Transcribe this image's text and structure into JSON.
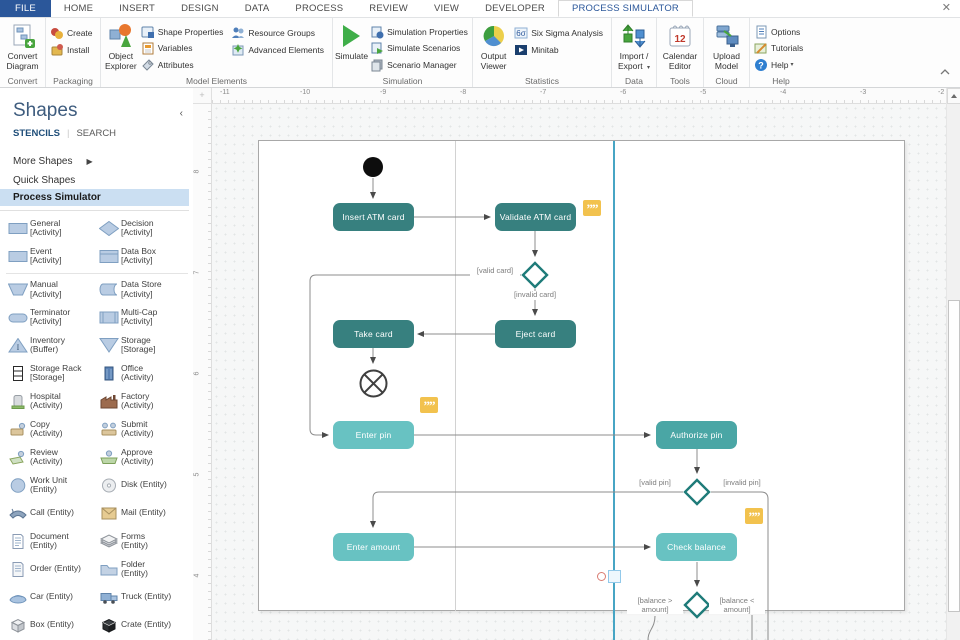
{
  "tabs": {
    "items": [
      "FILE",
      "HOME",
      "INSERT",
      "DESIGN",
      "DATA",
      "PROCESS",
      "REVIEW",
      "VIEW",
      "DEVELOPER",
      "PROCESS SIMULATOR"
    ],
    "close": "✕"
  },
  "ribbon": {
    "dropdown_arrow": "▾",
    "convert": {
      "big": "Convert Diagram",
      "label": "Convert"
    },
    "packaging": {
      "create": "Create",
      "install": "Install",
      "label": "Packaging"
    },
    "model_elements": {
      "big": "Object Explorer",
      "shape_properties": "Shape Properties",
      "variables": "Variables",
      "attributes": "Attributes",
      "resource_groups": "Resource Groups",
      "advanced_elements": "Advanced Elements",
      "label": "Model Elements"
    },
    "simulation": {
      "big": "Simulate",
      "sim_properties": "Simulation Properties",
      "sim_scenarios": "Simulate Scenarios",
      "scenario_manager": "Scenario Manager",
      "label": "Simulation"
    },
    "statistics": {
      "big": "Output Viewer",
      "six_sigma": "Six Sigma Analysis",
      "minitab": "Minitab",
      "label": "Statistics"
    },
    "data": {
      "big": "Import / Export",
      "label": "Data"
    },
    "tools": {
      "big": "Calendar Editor",
      "label": "Tools"
    },
    "cloud": {
      "big": "Upload Model",
      "label": "Cloud"
    },
    "help": {
      "options": "Options",
      "tutorials": "Tutorials",
      "help": "Help",
      "label": "Help"
    }
  },
  "panel": {
    "title": "Shapes",
    "collapse": "‹",
    "tab_stencils": "STENCILS",
    "tab_search": "SEARCH",
    "more_shapes": "More Shapes",
    "quick_shapes": "Quick Shapes",
    "stencil_name": "Process Simulator",
    "shapes": [
      {
        "name": "General",
        "sub": "[Activity]"
      },
      {
        "name": "Decision",
        "sub": "[Activity]"
      },
      {
        "name": "Event",
        "sub": "[Activity]"
      },
      {
        "name": "Data Box",
        "sub": "[Activity]"
      },
      {
        "name": "Manual",
        "sub": "[Activity]"
      },
      {
        "name": "Data Store",
        "sub": "[Activity]"
      },
      {
        "name": "Terminator",
        "sub": "[Activity]"
      },
      {
        "name": "Multi-Cap",
        "sub": "[Activity]"
      },
      {
        "name": "Inventory",
        "sub": "(Buffer)"
      },
      {
        "name": "Storage",
        "sub": "[Storage]"
      },
      {
        "name": "Storage Rack",
        "sub": "[Storage]"
      },
      {
        "name": "Office",
        "sub": "(Activity)"
      },
      {
        "name": "Hospital",
        "sub": "(Activity)"
      },
      {
        "name": "Factory",
        "sub": "(Activity)"
      },
      {
        "name": "Copy",
        "sub": "(Activity)"
      },
      {
        "name": "Submit",
        "sub": "(Activity)"
      },
      {
        "name": "Review",
        "sub": "(Activity)"
      },
      {
        "name": "Approve",
        "sub": "(Activity)"
      },
      {
        "name": "Work Unit",
        "sub": "(Entity)"
      },
      {
        "name": "Disk (Entity)",
        "sub": ""
      },
      {
        "name": "Call (Entity)",
        "sub": ""
      },
      {
        "name": "Mail (Entity)",
        "sub": ""
      },
      {
        "name": "Document",
        "sub": "(Entity)"
      },
      {
        "name": "Forms",
        "sub": "(Entity)"
      },
      {
        "name": "Order (Entity)",
        "sub": ""
      },
      {
        "name": "Folder",
        "sub": "(Entity)"
      },
      {
        "name": "Car (Entity)",
        "sub": ""
      },
      {
        "name": "Truck (Entity)",
        "sub": ""
      },
      {
        "name": "Box (Entity)",
        "sub": ""
      },
      {
        "name": "Crate (Entity)",
        "sub": ""
      }
    ]
  },
  "rulers": {
    "horizontal": [
      "-11",
      "-10",
      "-9",
      "-8",
      "-7",
      "-6",
      "-5",
      "-4",
      "-3",
      "-2"
    ],
    "vertical": [
      "8",
      "7",
      "6",
      "5",
      "4"
    ]
  },
  "diagram": {
    "nodes": {
      "insert_card": "Insert ATM card",
      "validate_card": "Validate ATM card",
      "eject_card": "Eject card",
      "take_card": "Take card",
      "enter_pin": "Enter pin",
      "authorize_pin": "Authorize pin",
      "enter_amount": "Enter amount",
      "check_balance": "Check balance"
    },
    "edge_labels": {
      "valid_card": "[valid card]",
      "invalid_card": "[invalid card]",
      "valid_pin": "[valid pin]",
      "invalid_pin": "[invalid pin]",
      "balance_gt": "[balance > amount]",
      "balance_lt": "[balance < amount]"
    },
    "note_glyph": "””"
  },
  "colors": {
    "accent_blue": "#2b579a",
    "node_dark": "#37807f",
    "node_mid": "#4aa6a5",
    "node_light": "#68c2c2",
    "note_yellow": "#f2c24e",
    "guide_teal": "#47a5c4"
  }
}
